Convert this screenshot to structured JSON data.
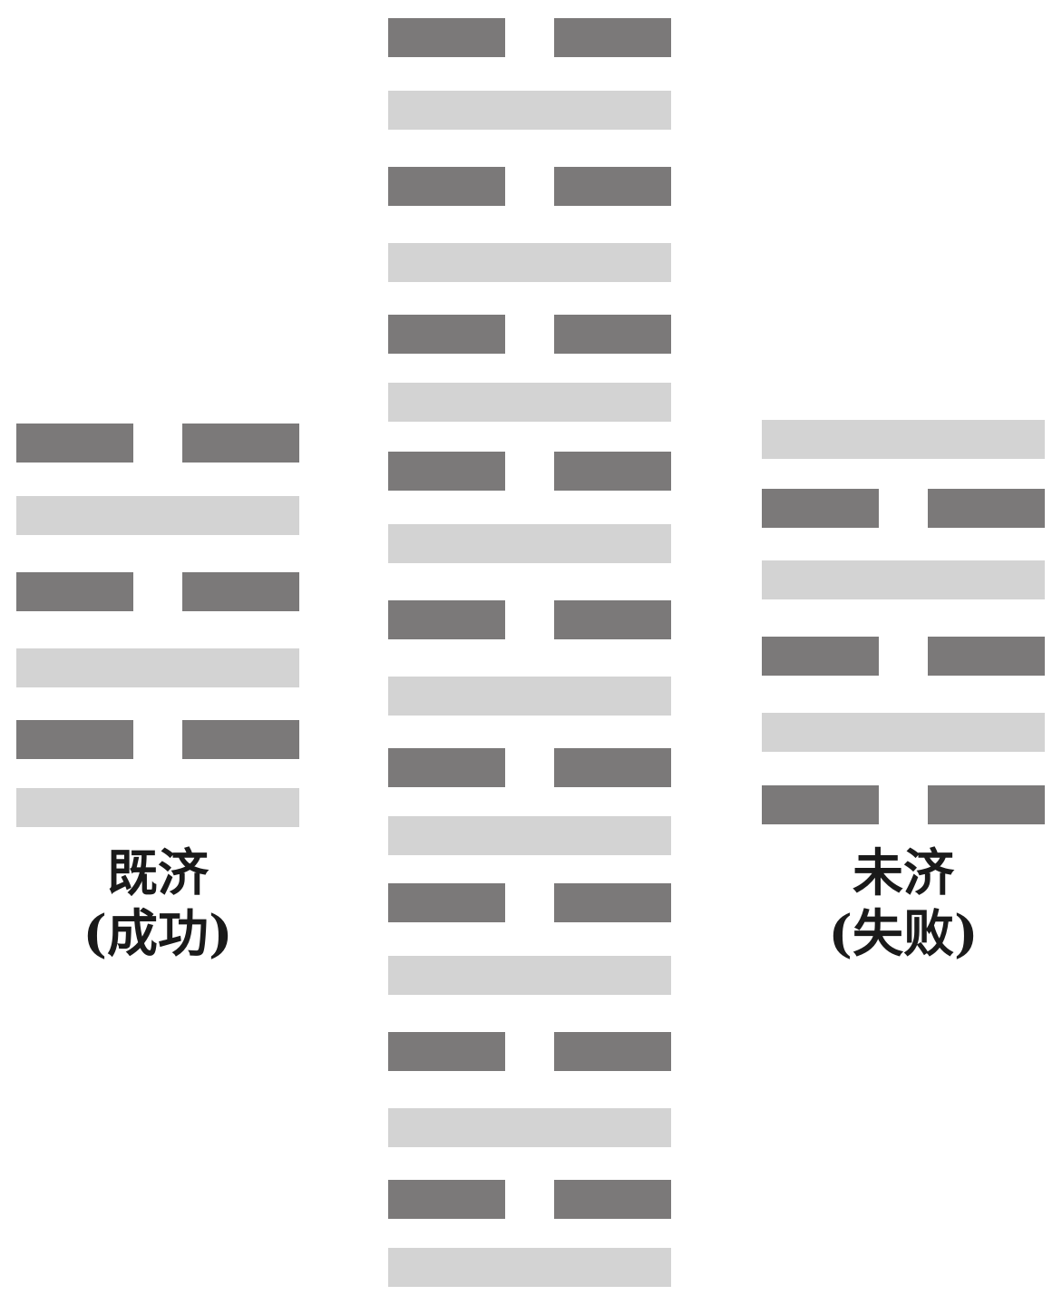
{
  "colors": {
    "yin": "#7b7979",
    "yang": "#d3d3d3",
    "text": "#1a1a1a"
  },
  "hexagrams": [
    {
      "id": "left",
      "lines": [
        "yin",
        "yang",
        "yin",
        "yang",
        "yin",
        "yang"
      ],
      "name": "既济",
      "meaning": "(成功)"
    },
    {
      "id": "middle",
      "lines": [
        "yin",
        "yang",
        "yin",
        "yang",
        "yin",
        "yang",
        "yin",
        "yang",
        "yin",
        "yang",
        "yin",
        "yang",
        "yin",
        "yang",
        "yin",
        "yang",
        "yin",
        "yang"
      ]
    },
    {
      "id": "right",
      "lines": [
        "yang",
        "yin",
        "yang",
        "yin",
        "yang",
        "yin"
      ],
      "name": "未济",
      "meaning": "(失败)"
    }
  ]
}
